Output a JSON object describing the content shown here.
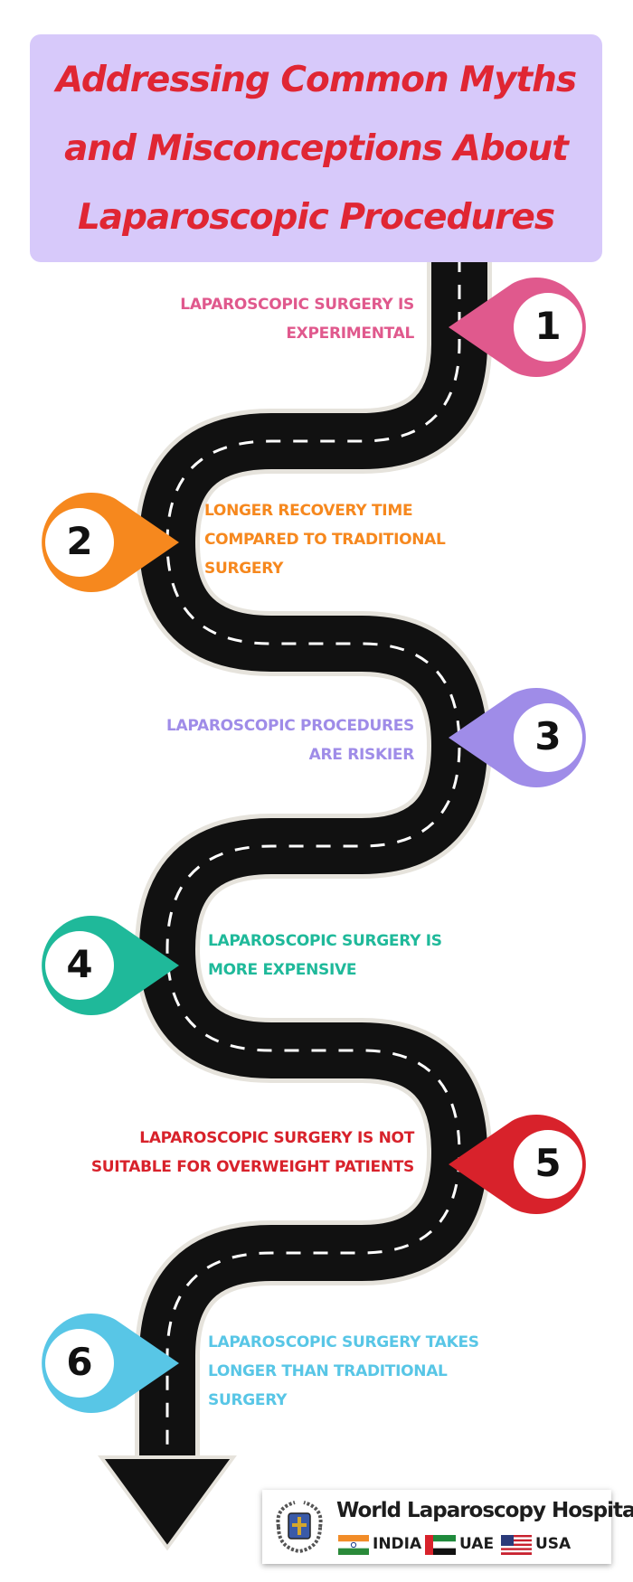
{
  "title": {
    "line1": "Addressing Common Myths",
    "line2": "and Misconceptions About",
    "line3": "Laparoscopic Procedures"
  },
  "myths": [
    {
      "number": "1",
      "line1": "LAPAROSCOPIC SURGERY IS",
      "line2": "EXPERIMENTAL",
      "color": "#e0598d"
    },
    {
      "number": "2",
      "line1": "LONGER RECOVERY TIME",
      "line2": "COMPARED TO TRADITIONAL",
      "line3": "SURGERY",
      "color": "#f6881e"
    },
    {
      "number": "3",
      "line1": "LAPAROSCOPIC PROCEDURES",
      "line2": "ARE RISKIER",
      "color": "#9f8ce8"
    },
    {
      "number": "4",
      "line1": "LAPAROSCOPIC SURGERY IS",
      "line2": "MORE EXPENSIVE",
      "color": "#1fb99a"
    },
    {
      "number": "5",
      "line1": "LAPAROSCOPIC SURGERY IS NOT",
      "line2": "SUITABLE FOR OVERWEIGHT PATIENTS",
      "color": "#d8222b"
    },
    {
      "number": "6",
      "line1": "LAPAROSCOPIC SURGERY TAKES",
      "line2": "LONGER THAN TRADITIONAL",
      "line3": "SURGERY",
      "color": "#58c6e6"
    }
  ],
  "logo": {
    "name": "World Laparoscopy Hospital",
    "countries": [
      "INDIA",
      "UAE",
      "USA"
    ]
  },
  "colors": {
    "title_bg": "#d7c9fa",
    "title_text": "#e02633",
    "road": "#111111",
    "road_edge": "#e6e3dc"
  }
}
